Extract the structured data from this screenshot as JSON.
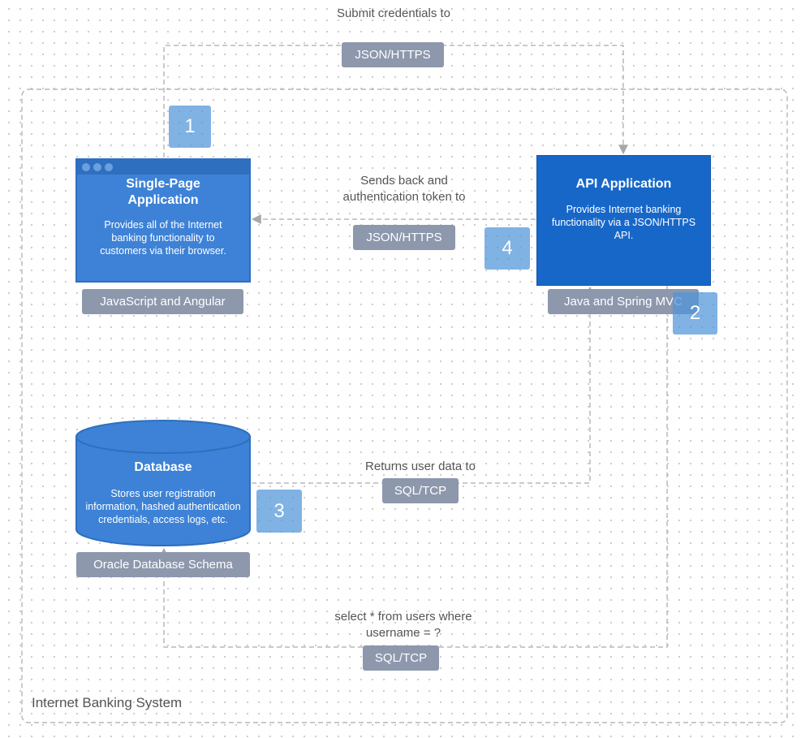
{
  "boundary": {
    "label": "Internet Banking System"
  },
  "containers": {
    "spa": {
      "title": "Single-Page Application",
      "description": "Provides all of the Internet banking functionality to customers via their browser.",
      "technology": "JavaScript and Angular"
    },
    "api": {
      "title": "API Application",
      "description": "Provides Internet banking functionality via a JSON/HTTPS API.",
      "technology": "Java and Spring MVC"
    },
    "database": {
      "title": "Database",
      "description": "Stores user registration information, hashed authentication credentials, access logs, etc.",
      "technology": "Oracle Database Schema"
    }
  },
  "relationships": [
    {
      "step": "1",
      "label": "Submit credentials to",
      "technology": "JSON/HTTPS"
    },
    {
      "step": "2",
      "label": "select * from users where username = ?",
      "technology": "SQL/TCP"
    },
    {
      "step": "3",
      "label": "Returns user data to",
      "technology": "SQL/TCP"
    },
    {
      "step": "4",
      "label": "Sends back and authentication token to",
      "technology": "JSON/HTTPS"
    }
  ],
  "colors": {
    "spa_fill": "#3d82d6",
    "api_fill": "#1767c8",
    "database_fill": "#3d82d6",
    "tag_fill": "#8d98ad",
    "step_fill": "#4f94d9",
    "connector": "#b8b8b8"
  }
}
